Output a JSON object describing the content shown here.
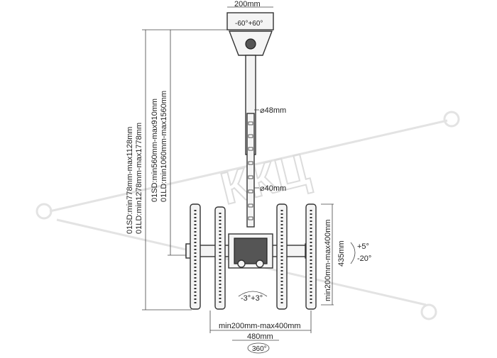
{
  "dimensions": {
    "top_plate_width": "200mm",
    "top_tilt_range": "-60°+60°",
    "upper_pole_diameter": "⌀48mm",
    "lower_pole_diameter": "⌀40mm",
    "height_sd_total": "01SD:min778mm-max1128mm",
    "height_ld_total": "01LD:min1278mm-max1778mm",
    "pole_sd": "01SD:min560mm-max910mm",
    "pole_ld": "01LD:min1060mm-max1560mm",
    "vertical_vesa": "min200mm-max400mm",
    "bracket_height": "435mm",
    "tilt_up": "+5°",
    "tilt_down": "-20°",
    "swivel": "-3°+3°",
    "horizontal_vesa": "min200mm-max400mm",
    "arm_width": "480mm",
    "rotation": "360°"
  },
  "watermark": {
    "text": "ККЦ"
  },
  "icons": {
    "tilt_hinge": "hinge-icon",
    "rotation_arrow": "rotation-arrow-icon"
  },
  "colors": {
    "line": "#333333",
    "watermark": "#dcdcdc"
  }
}
